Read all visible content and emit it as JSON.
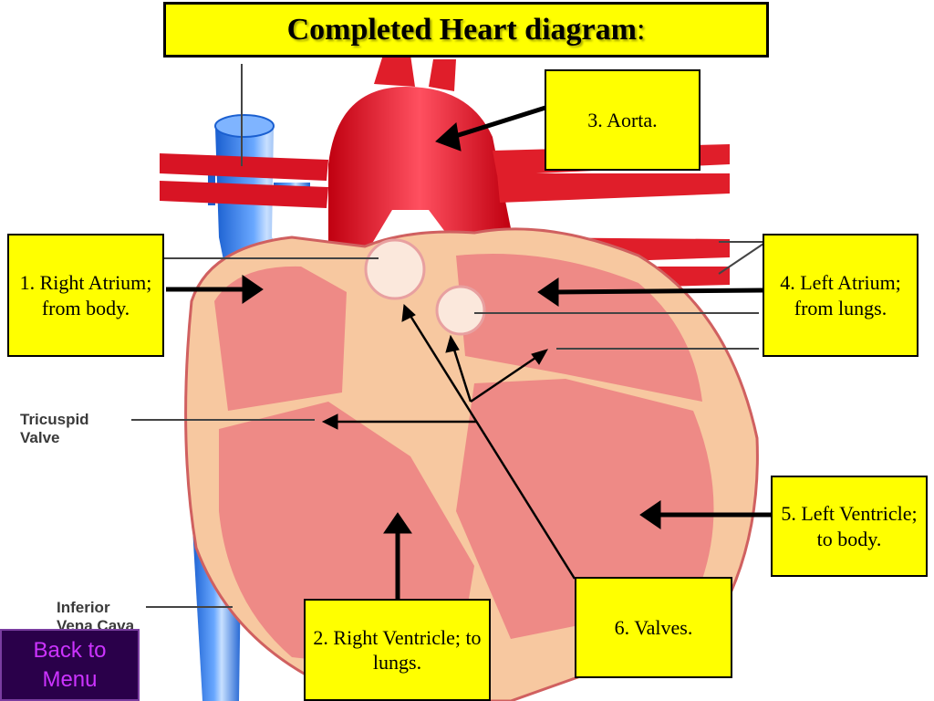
{
  "title": {
    "text": "Completed Heart diagram",
    "suffix": ":"
  },
  "labels": {
    "aorta": "3. Aorta.",
    "right_atrium": "1. Right Atrium; from body.",
    "left_atrium": "4. Left Atrium; from lungs.",
    "left_ventricle": "5. Left Ventricle; to body.",
    "right_ventricle": "2. Right Ventricle; to lungs.",
    "valves": "6. Valves."
  },
  "diagram_text": {
    "tricuspid": [
      "Tricuspid",
      "Valve"
    ],
    "inferior_vena_cava": [
      "Inferior",
      "Vena Cava"
    ]
  },
  "nav": {
    "back": "Back to Menu"
  },
  "colors": {
    "label_bg": "#ffff00",
    "oxygenated": "#d8101e",
    "deoxygenated": "#1f6fe0",
    "muscle": "#f7c8a0",
    "chamber": "#ee8a86",
    "back_button_text": "#cc33ff",
    "back_button_bg": "#2a004a"
  }
}
